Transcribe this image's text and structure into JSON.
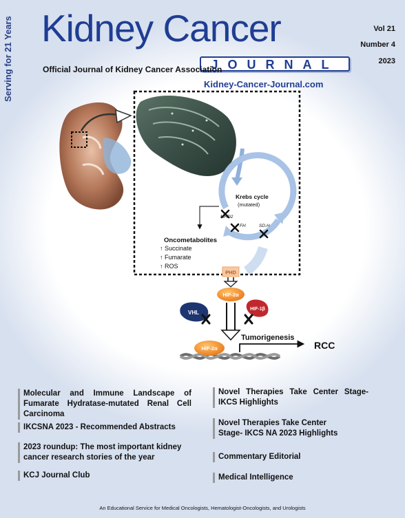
{
  "masthead": {
    "title": "Kidney Cancer",
    "journal_word": "JOURNAL",
    "subtitle": "Official Journal of Kidney Cancer Association",
    "website": "Kidney-Cancer-Journal.com",
    "side_text": "Serving for 21 Years"
  },
  "issue": {
    "volume": "Vol 21",
    "number": "Number 4",
    "year": "2023"
  },
  "figure": {
    "krebs_title": "Krebs cycle",
    "krebs_sub": "(mutated)",
    "enzyme_mhd2": "MHD2",
    "enzyme_fh": "FH",
    "enzyme_sdh": "SD.H",
    "onco_title": "Oncometabolites",
    "onco_items": [
      "Succinate",
      "Fumarate",
      "ROS"
    ],
    "phd": "PHD",
    "hif2a_top": "HIF-2α",
    "vhl": "VHL",
    "hif1b": "HIF-1β",
    "hif2a_bottom": "HIF-2α",
    "tumorigenesis": "Tumorigenesis",
    "rcc": "RCC"
  },
  "articles": {
    "a1": "Molecular and Immune Landscape of Fumarate Hydratase-mutated Renal Cell Carcinoma",
    "a2": "IKCSNA 2023 - Recommended Abstracts",
    "a3": "2023 roundup: The most important kidney cancer research stories of the year",
    "a4": "KCJ Journal Club",
    "b1": "Novel Therapies Take Center Stage- IKCS Highlights",
    "b2": "Novel Therapies Take Center Stage- IKCS NA 2023 Highlights",
    "b3": "Commentary Editorial",
    "b4": "Medical Intelligence"
  },
  "footer": "An Educational Service for Medical Oncologists, Hematologist-Oncologists, and Urologists",
  "colors": {
    "brand_blue": "#1f3d93",
    "hif_orange": "#f08a1c",
    "vhl_navy": "#1d3570",
    "hif1b_red": "#c0282d"
  }
}
